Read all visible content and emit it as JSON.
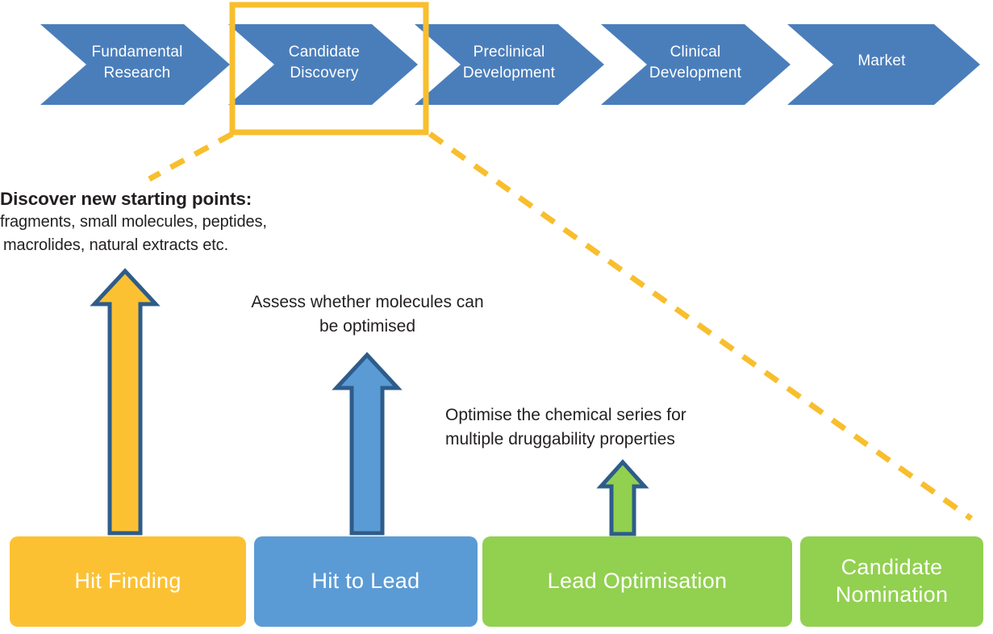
{
  "colors": {
    "chevron_blue": "#4A7EBB",
    "highlight_yellow": "#F8BE2D",
    "box_yellow": "#FCC133",
    "box_blue": "#5B9BD5",
    "box_green": "#92D050",
    "arrow_outline": "#2E5C8A",
    "text_dark": "#231F20",
    "text_white": "#FFFFFF"
  },
  "pipeline": {
    "stages": [
      {
        "label": "Fundamental\nResearch",
        "highlighted": false
      },
      {
        "label": "Candidate\nDiscovery",
        "highlighted": true
      },
      {
        "label": "Preclinical\nDevelopment",
        "highlighted": false
      },
      {
        "label": "Clinical\nDevelopment",
        "highlighted": false
      },
      {
        "label": "Market",
        "highlighted": false
      }
    ]
  },
  "detail": {
    "discover_title": "Discover new starting points:",
    "discover_line1": "fragments, small molecules, peptides,",
    "discover_line2": "macrolides, natural extracts etc.",
    "annotation_hit_to_lead": "Assess whether molecules can\nbe optimised",
    "annotation_lead_optimisation": "Optimise the chemical series for\nmultiple druggability properties"
  },
  "phases": [
    {
      "label": "Hit Finding",
      "color": "#FCC133"
    },
    {
      "label": "Hit to Lead",
      "color": "#5B9BD5"
    },
    {
      "label": "Lead Optimisation",
      "color": "#92D050"
    },
    {
      "label": "Candidate\nNomination",
      "color": "#92D050"
    }
  ],
  "arrows": [
    {
      "name": "hit-finding-arrow",
      "fill": "#FCC133"
    },
    {
      "name": "hit-to-lead-arrow",
      "fill": "#5B9BD5"
    },
    {
      "name": "lead-optimisation-arrow",
      "fill": "#92D050"
    }
  ]
}
